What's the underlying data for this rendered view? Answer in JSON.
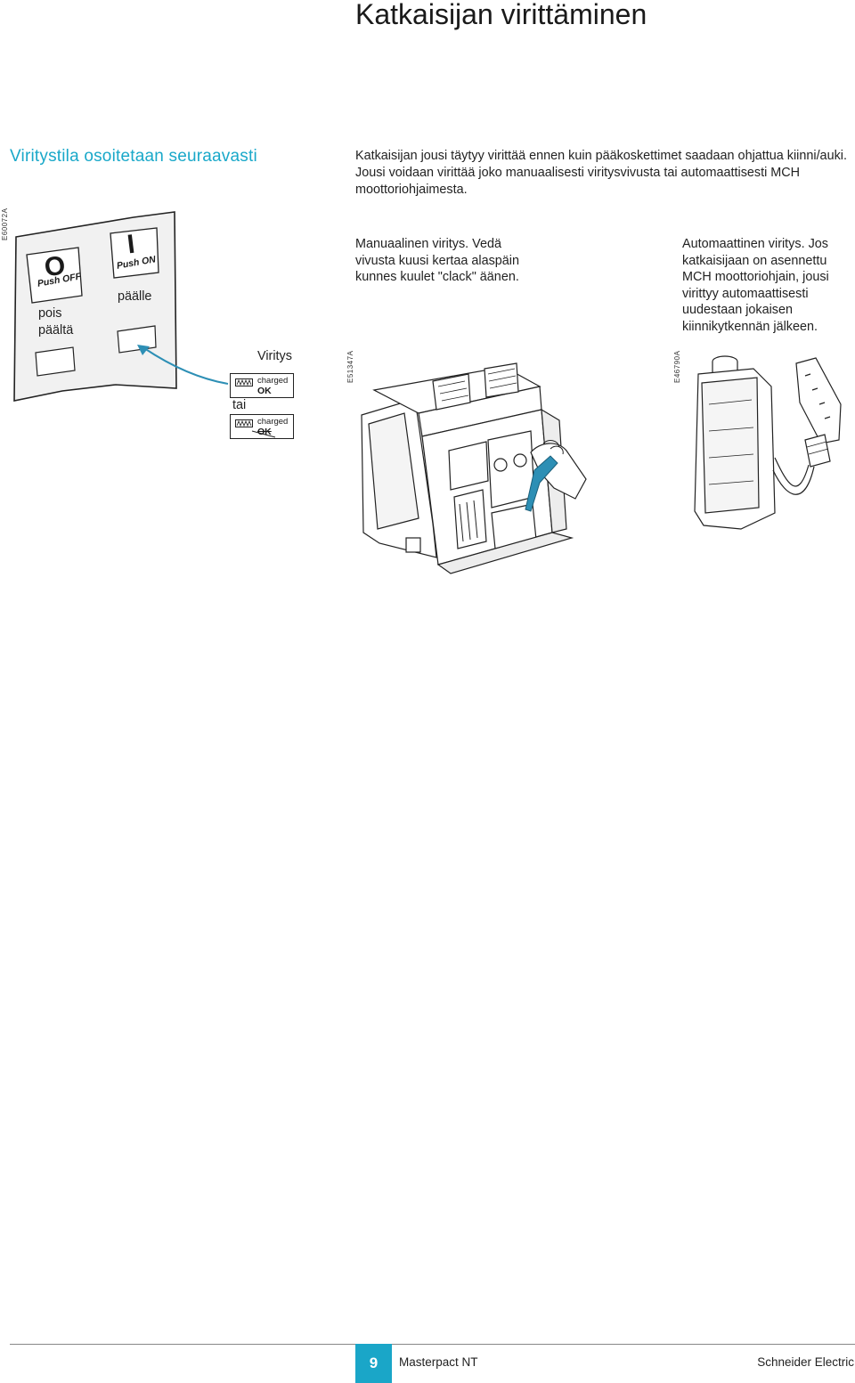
{
  "page": {
    "title": "Katkaisijan virittäminen",
    "section_heading": "Viritystila osoitetaan seuraavasti"
  },
  "intro": {
    "text": "Katkaisijan jousi täytyy virittää ennen kuin pääkoskettimet saadaan ohjattua kiinni/auki. Jousi voidaan virittää joko manuaalisesti viritysvivusta tai automaattisesti MCH moottoriohjaimesta."
  },
  "figure1": {
    "ref": "E60072A",
    "off_symbol": "O",
    "off_push": "Push OFF",
    "off_label_line1": "pois",
    "off_label_line2": "päältä",
    "on_symbol": "I",
    "on_push": "Push ON",
    "on_label": "päälle",
    "viritys_label": "Viritys",
    "tai_label": "tai",
    "indicator_charged": "charged",
    "indicator_ok": "OK"
  },
  "manual": {
    "ref": "E51347A",
    "text": "Manuaalinen viritys. Vedä vivusta kuusi kertaa alaspäin kunnes kuulet \"clack\" äänen."
  },
  "auto": {
    "ref": "E46790A",
    "text": "Automaattinen viritys. Jos katkaisijaan on asennettu MCH moottoriohjain, jousi virittyy automaattisesti uudestaan jokaisen kiinnikytkennän jälkeen."
  },
  "footer": {
    "page_number": "9",
    "product": "Masterpact NT",
    "brand": "Schneider Electric"
  },
  "colors": {
    "accent": "#1aa6c8",
    "heading": "#19a8c9",
    "lever": "#2d8fb5"
  }
}
